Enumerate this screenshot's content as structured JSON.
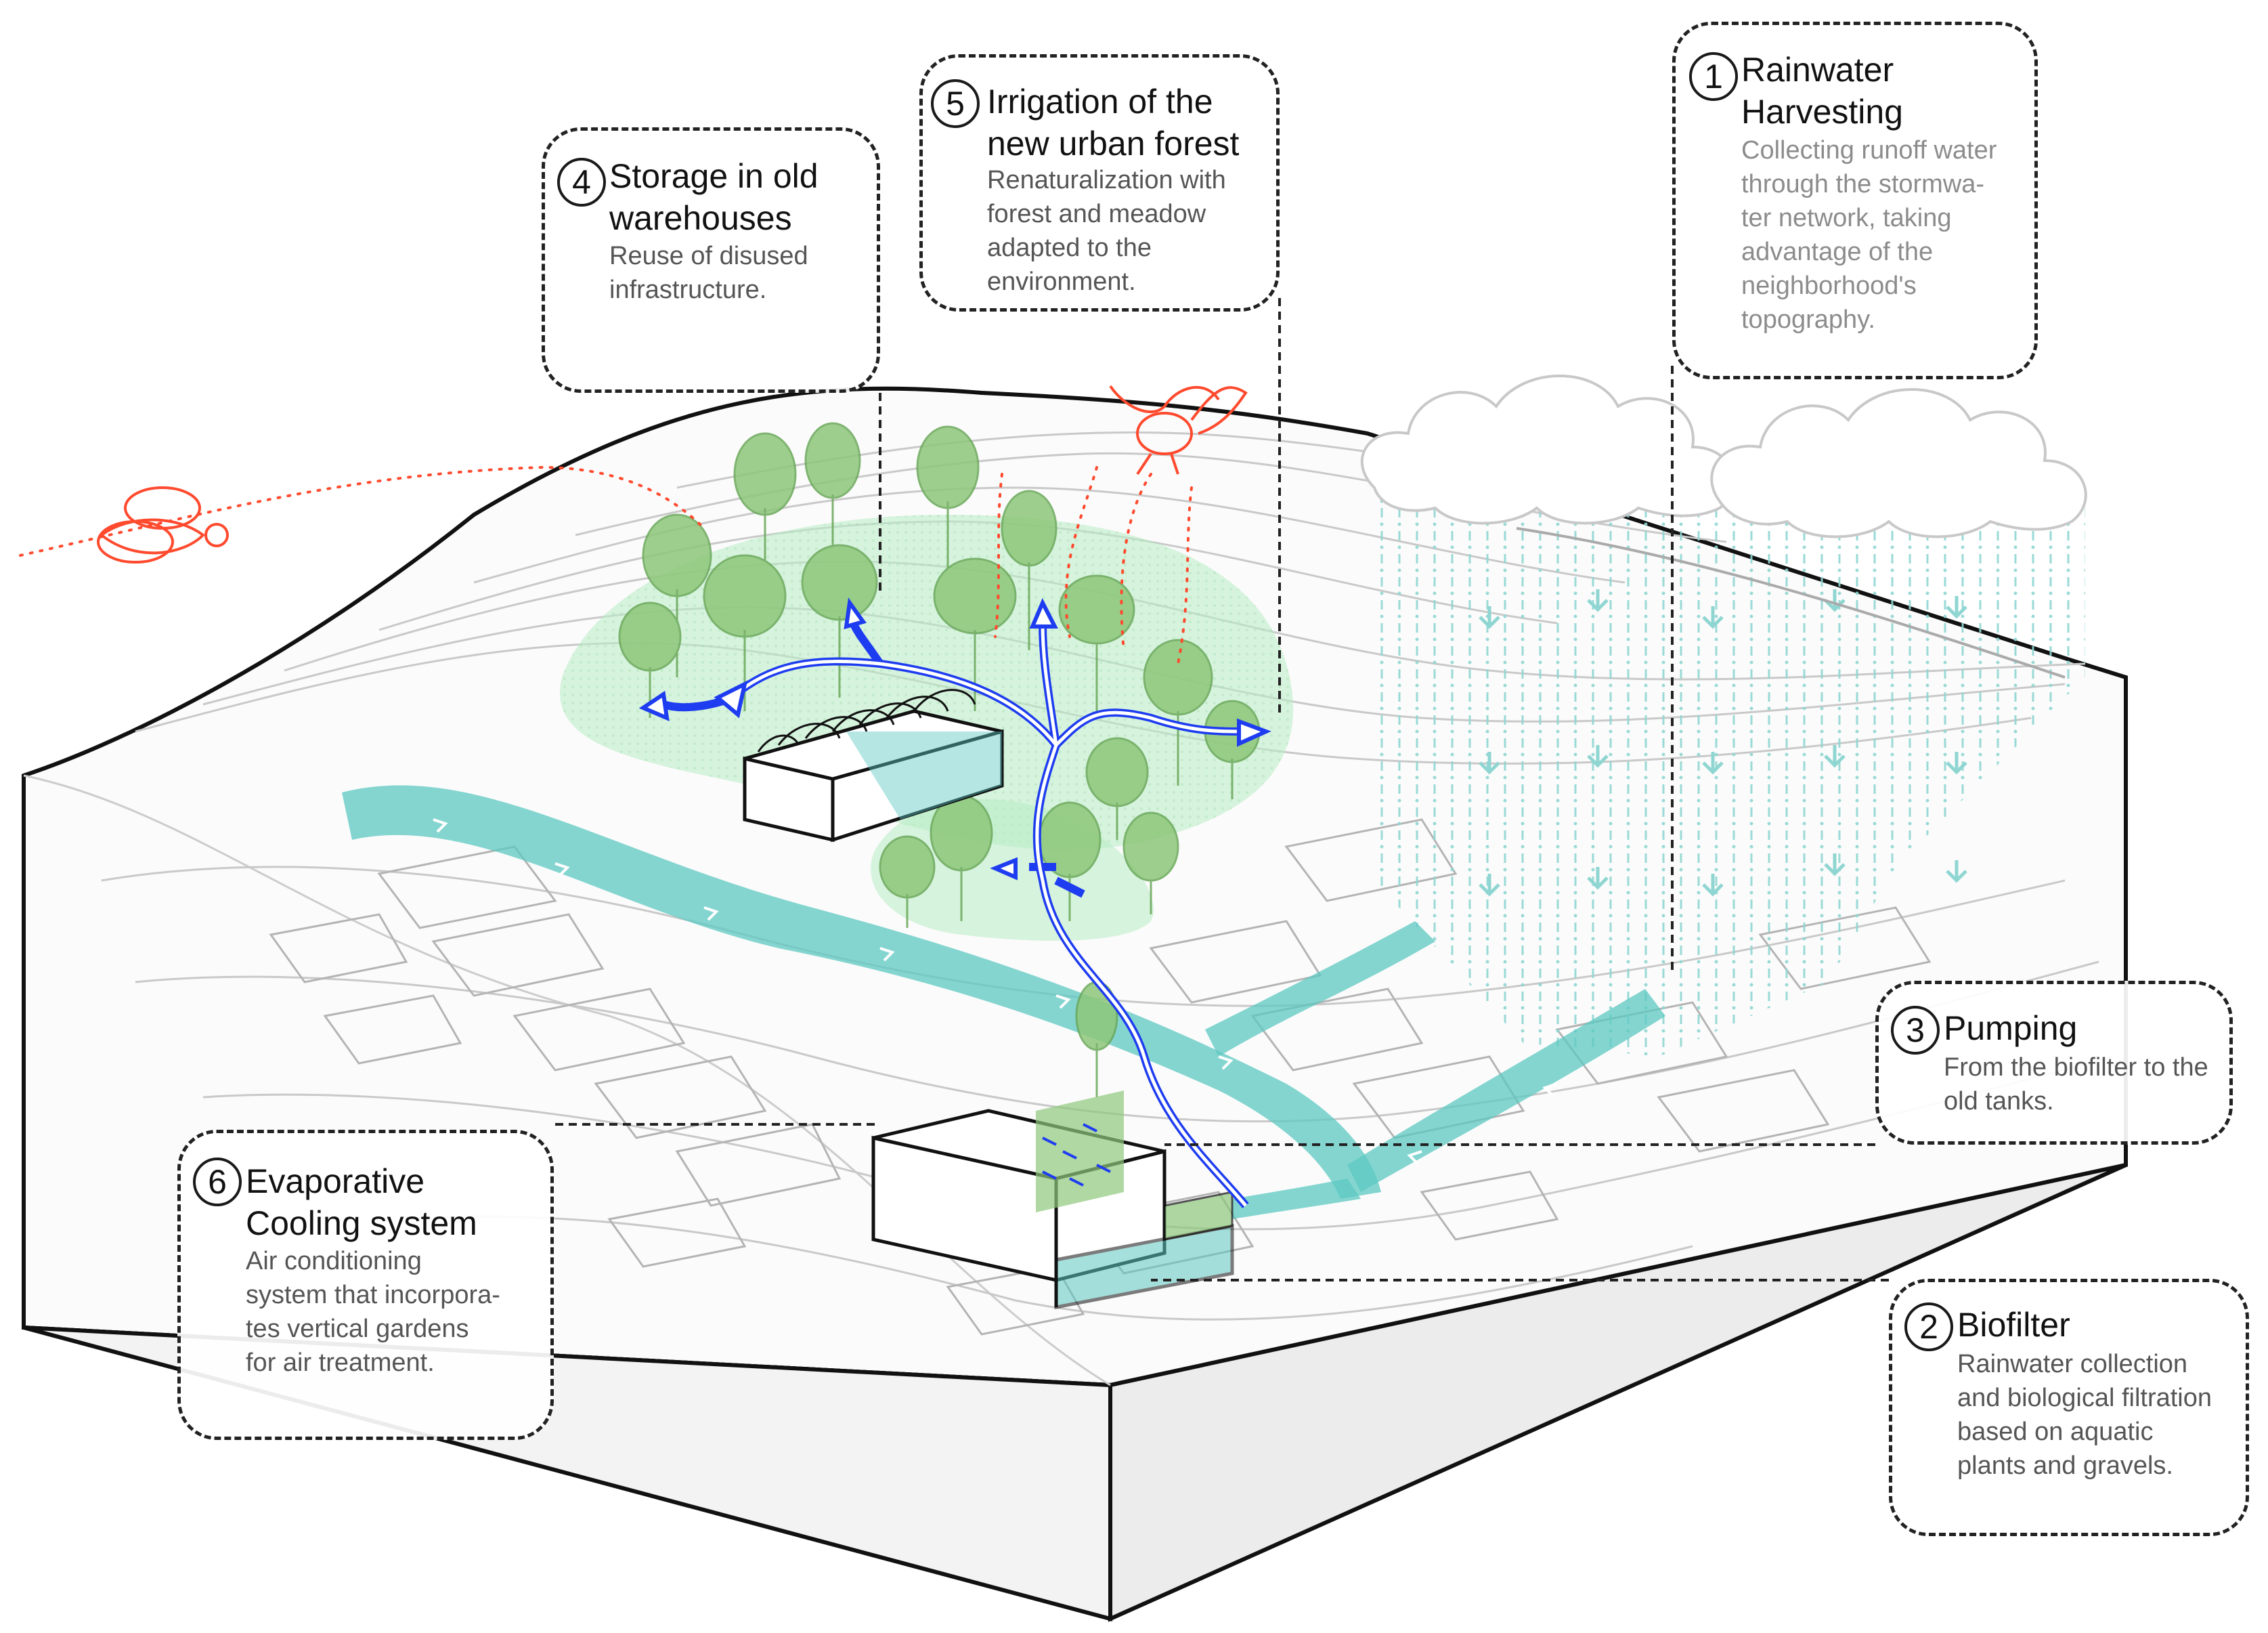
{
  "callouts": [
    {
      "id": "rainwater-harvesting",
      "number": "1",
      "title": [
        "Rainwater",
        "Harvesting"
      ],
      "body": [
        "Collecting runoff water",
        "through the stormwa-",
        "ter network, taking",
        "advantage of the",
        "neighborhood's",
        "topography."
      ]
    },
    {
      "id": "biofilter",
      "number": "2",
      "title": [
        "Biofilter"
      ],
      "body": [
        "Rainwater collection",
        "and biological filtration",
        "based on aquatic",
        "plants and gravels."
      ]
    },
    {
      "id": "pumping",
      "number": "3",
      "title": [
        "Pumping"
      ],
      "body": [
        "From the biofilter to the",
        "old tanks."
      ]
    },
    {
      "id": "storage",
      "number": "4",
      "title": [
        "Storage in old",
        "warehouses"
      ],
      "body": [
        "Reuse of disused",
        "infrastructure."
      ]
    },
    {
      "id": "irrigation",
      "number": "5",
      "title": [
        "Irrigation of the",
        "new urban forest"
      ],
      "body": [
        "Renaturalization with",
        "forest and meadow",
        "adapted to the",
        "environment."
      ]
    },
    {
      "id": "evaporative-cooling",
      "number": "6",
      "title": [
        "Evaporative",
        "Cooling system"
      ],
      "body": [
        "Air conditioning",
        "system that incorpora-",
        "tes vertical gardens",
        "for air treatment."
      ]
    }
  ],
  "colors": {
    "pipe_blue": "#1e3cf0",
    "runoff_teal": "#5cc8c2",
    "forest_green": "#8ec77a",
    "canopy_halo": "#b8ecc4",
    "fauna_red": "#ff4a2e",
    "rain_teal": "#8fd6d2",
    "outline": "#111111"
  },
  "icons": [
    "bee-icon",
    "bird-icon",
    "cloud-icon",
    "rain-icon",
    "tree-icon",
    "warehouse-icon",
    "biofilter-tank-icon",
    "vertical-garden-icon"
  ]
}
